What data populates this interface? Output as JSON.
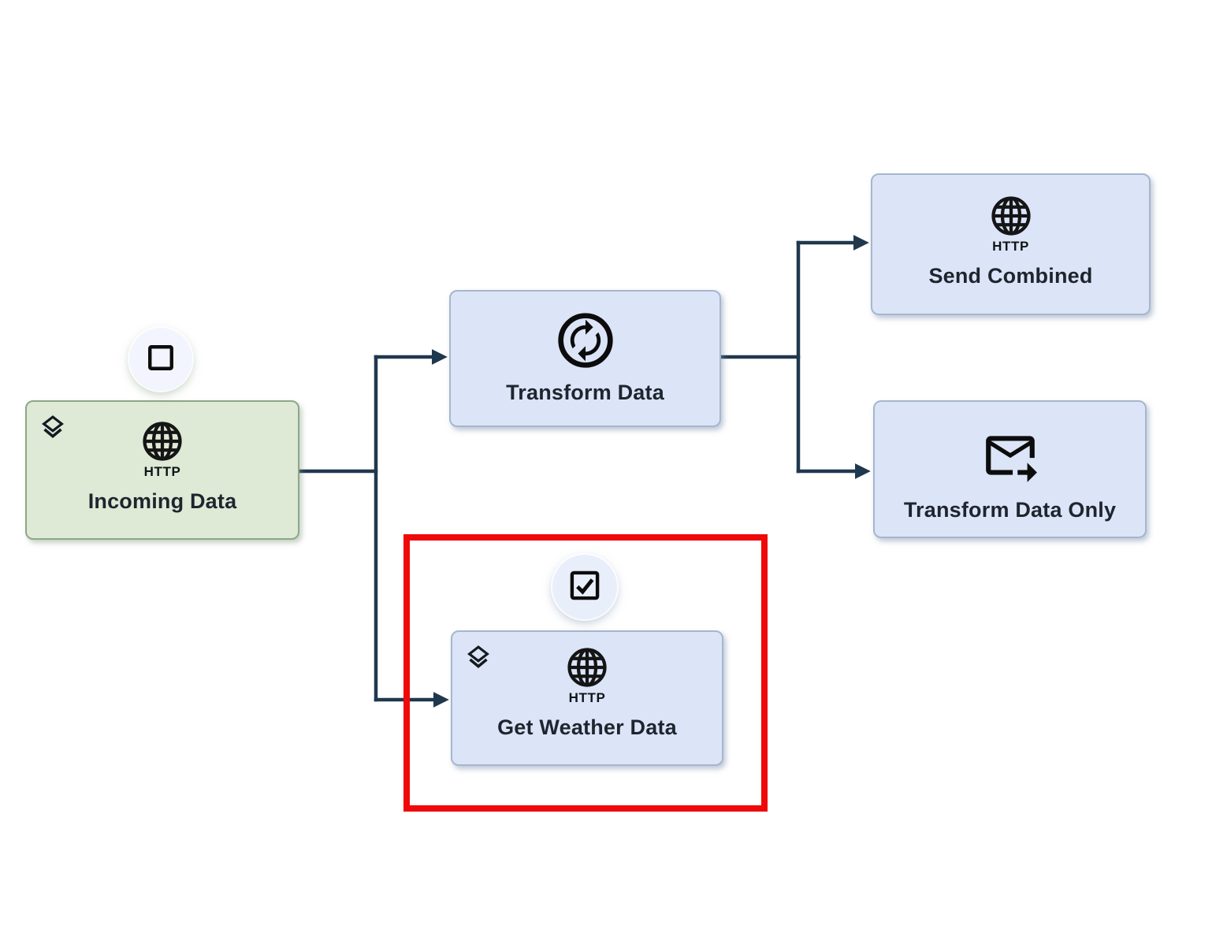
{
  "palette": {
    "connector": "#20384e",
    "highlight": "#ee0a0a",
    "node_blue_fill": "#dbe5f7",
    "node_blue_border": "#a6b6ce",
    "node_green_fill": "#dee9d6",
    "node_green_border": "#8ea787",
    "badge_fill": "#f2f5fd",
    "label_text": "#1e252e"
  },
  "nodes": {
    "incoming": {
      "label": "Incoming Data",
      "protocol": "HTTP",
      "type_icon": "globe-http-icon",
      "corner_icon": "layers-icon",
      "badge_icon": "square-icon"
    },
    "transform": {
      "label": "Transform Data",
      "type_icon": "sync-circle-icon"
    },
    "send_combined": {
      "label": "Send Combined",
      "protocol": "HTTP",
      "type_icon": "globe-http-icon"
    },
    "transform_only": {
      "label": "Transform Data Only",
      "type_icon": "mail-forward-icon"
    },
    "get_weather": {
      "label": "Get Weather Data",
      "protocol": "HTTP",
      "type_icon": "globe-http-icon",
      "corner_icon": "layers-icon",
      "badge_icon": "checkbox-checked-icon"
    }
  },
  "annotation": {
    "highlight_box_color": "#ee0a0a"
  }
}
